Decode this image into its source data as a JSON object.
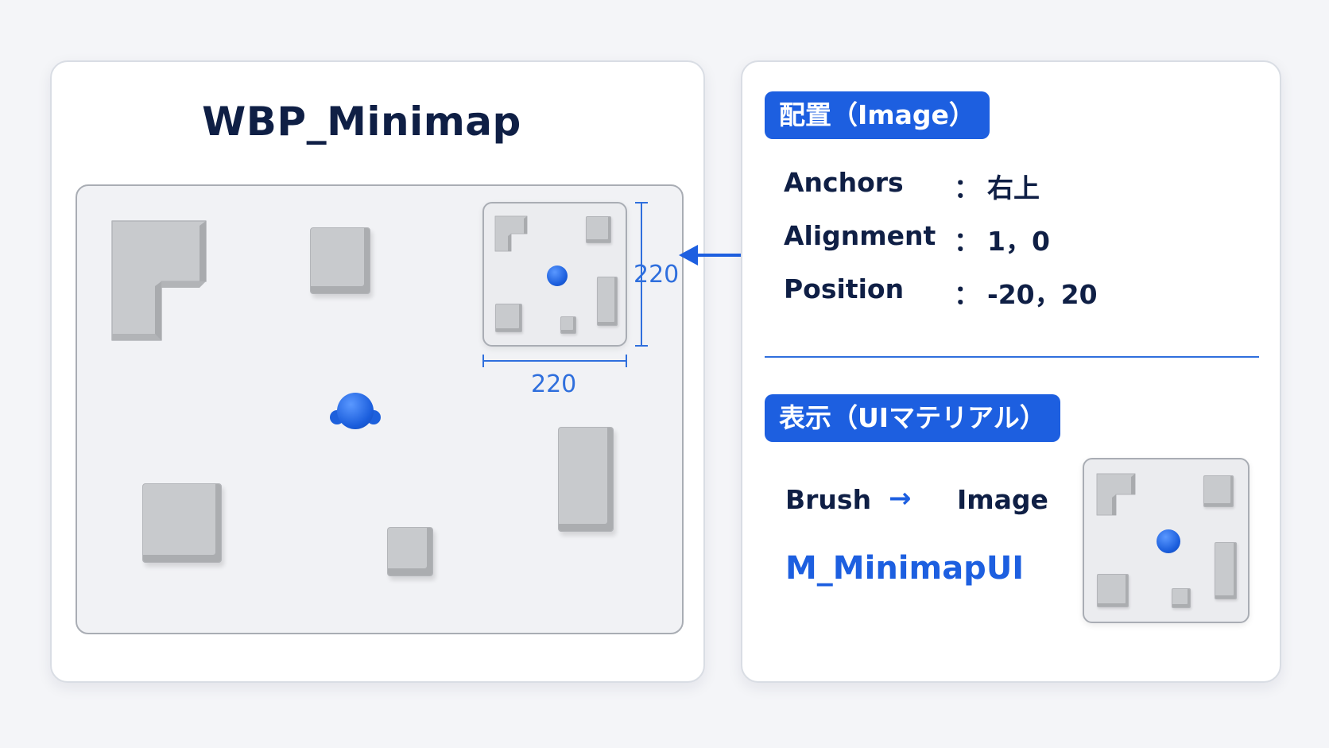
{
  "widget": {
    "title": "WBP_Minimap"
  },
  "dimensions": {
    "height_label": "220",
    "width_label": "220"
  },
  "placement": {
    "tag": "配置（Image）",
    "rows": [
      {
        "label": "Anchors",
        "colon": "：",
        "value": "右上"
      },
      {
        "label": "Alignment",
        "colon": "：",
        "value": "1，0"
      },
      {
        "label": "Position",
        "colon": "：",
        "value": "-20，20"
      }
    ]
  },
  "display": {
    "tag": "表示（UIマテリアル）",
    "brush_label": "Brush",
    "arrow": "→",
    "image_label": "Image",
    "material": "M_MinimapUI"
  },
  "colors": {
    "accent": "#1d5fe0",
    "text": "#0f1f45",
    "block": "#c8cacd"
  },
  "icons": {
    "connector": "arrow-left-icon",
    "player": "player-marker-icon"
  }
}
